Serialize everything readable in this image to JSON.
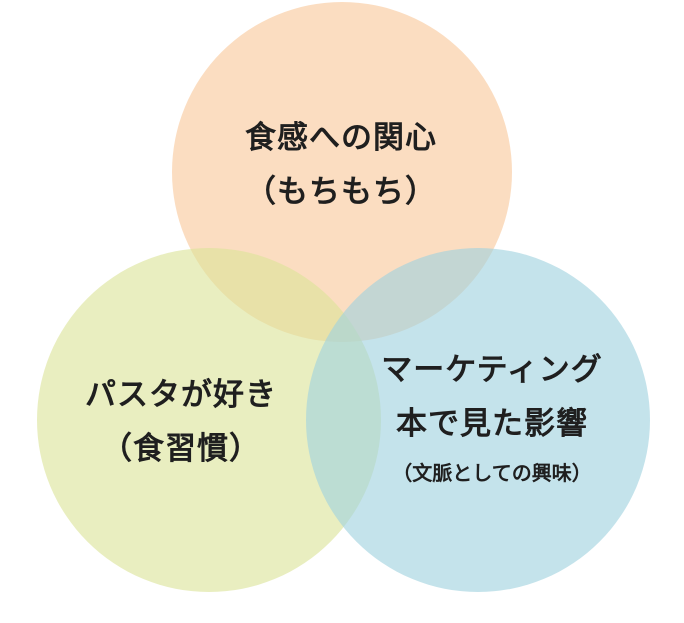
{
  "diagram": {
    "type": "venn-3",
    "circles": [
      {
        "id": "top",
        "lines": [
          "食感への関心",
          "（もちもち）"
        ],
        "color": "#f8c89b"
      },
      {
        "id": "left",
        "lines": [
          "パスタが好き",
          "（食習慣）"
        ],
        "color": "#dbe49a"
      },
      {
        "id": "right",
        "lines": [
          "マーケティング",
          "本で見た影響",
          "（文脈としての興味）"
        ],
        "color": "#9fd2de"
      }
    ]
  }
}
